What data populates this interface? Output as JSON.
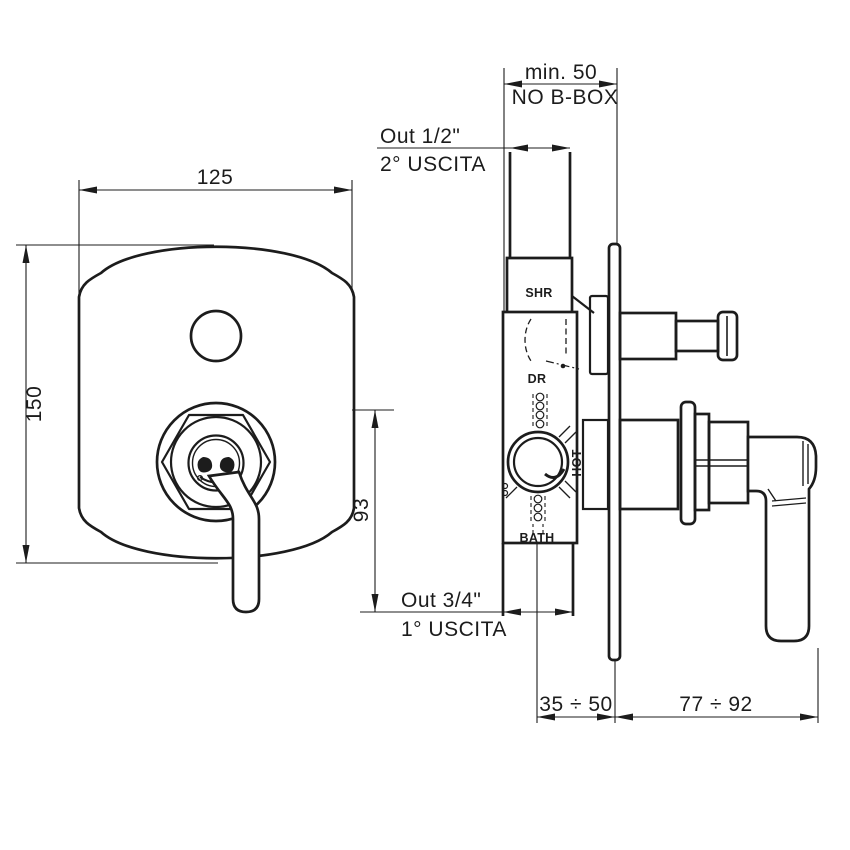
{
  "front_view": {
    "width_mm": "125",
    "height_mm": "150",
    "outlet_offset_mm": "93"
  },
  "side_view": {
    "min_recess": "min. 50",
    "recess_note": "NO B-BOX",
    "top_outlet": {
      "size": "Out 1/2\"",
      "name": "2° USCITA"
    },
    "bottom_outlet": {
      "size": "Out 3/4\"",
      "name": "1° USCITA"
    },
    "ports": {
      "shr": "SHR",
      "dr": "DR",
      "hot": "HOT",
      "bath": "BATH"
    },
    "wall_depth_range": "35 ÷ 50",
    "protrusion_range": "77 ÷ 92"
  },
  "colors": {
    "ink": "#1c1c1c",
    "background": "#ffffff"
  }
}
